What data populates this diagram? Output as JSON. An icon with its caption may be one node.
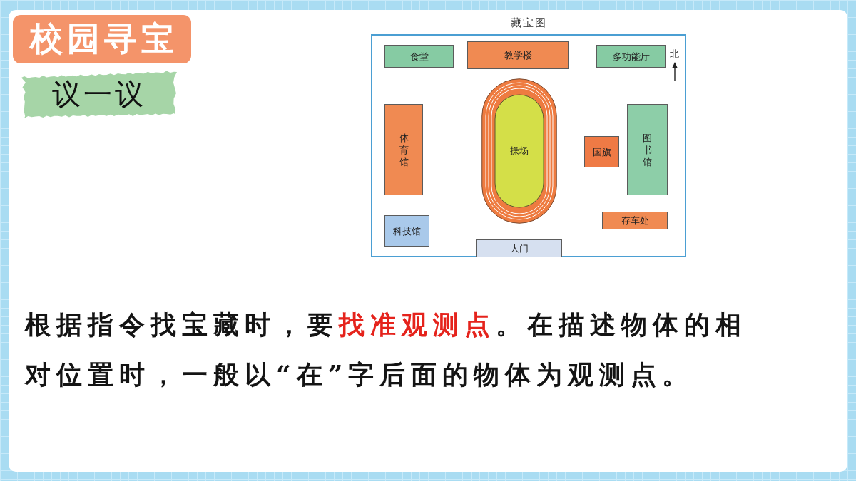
{
  "diagram": {
    "title": "校园寻宝",
    "nodes": [
      {
        "text": [
          "议一议"
        ]
      },
      {
        "text": [
          "藏宝图"
        ]
      },
      {
        "text": [
          "食堂"
        ],
        "in": 1
      },
      {
        "text": [
          "教学楼"
        ],
        "in": 1
      },
      {
        "text": [
          "多功能厅"
        ],
        "in": 1
      },
      {
        "text": [
          "体育馆"
        ],
        "in": 1
      },
      {
        "text": [
          "操场"
        ],
        "in": 1
      },
      {
        "text": [
          "国旗"
        ],
        "in": 1
      },
      {
        "text": [
          "图书馆"
        ],
        "in": 1
      },
      {
        "text": [
          "科技馆"
        ],
        "in": 1
      },
      {
        "text": [
          "存车处"
        ],
        "in": 1
      },
      {
        "text": [
          "大门"
        ],
        "in": 1
      }
    ],
    "labels": [
      "北",
      "根据指令找宝藏时，要",
      "找准观测点",
      "。在描述物体的相对位置时，一般以“在”字后面的物体为观测点。"
    ]
  }
}
